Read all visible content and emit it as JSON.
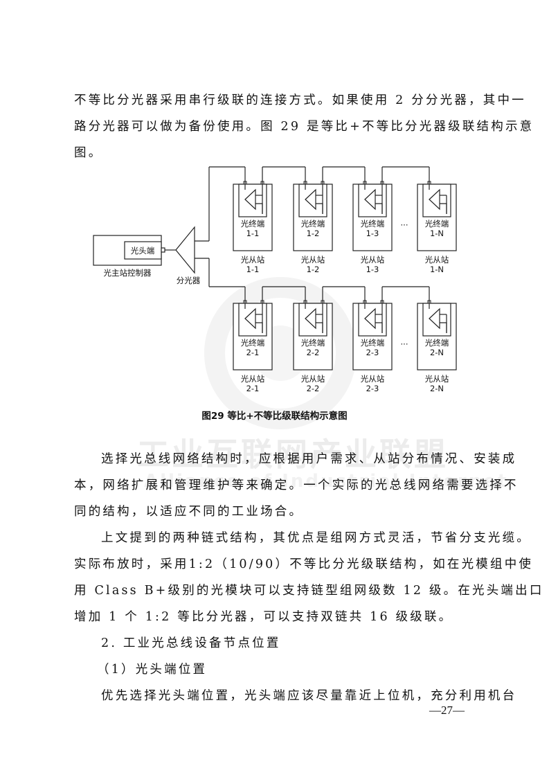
{
  "watermark": {
    "title": "工业互联网产业联盟",
    "subtitle": "Alliance of Industrial Internet"
  },
  "paragraphs_top": [
    "不等比分光器采用串行级联的连接方式。如果使用 2 分分光器，其中一",
    "路分光器可以做为备份使用。图 29 是等比+不等比分光器级联结构示意",
    "图。"
  ],
  "figure": {
    "controller_label": "光主站控制器",
    "head_end_label": "光头端",
    "splitter_label": "分光器",
    "terminal_label": "光终端",
    "station_label": "光从站",
    "ellipsis": "···",
    "rows": [
      {
        "ids": [
          "1-1",
          "1-2",
          "1-3",
          "1-N"
        ]
      },
      {
        "ids": [
          "2-1",
          "2-2",
          "2-3",
          "2-N"
        ]
      }
    ],
    "caption": "图29   等比+不等比级联结构示意图"
  },
  "paragraphs_mid": [
    "选择光总线网络结构时，应根据用户需求、从站分布情况、安装成",
    "本，网络扩展和管理维护等来确定。一个实际的光总线网络需要选择不",
    "同的结构，以适应不同的工业场合。",
    "上文提到的两种链式结构，其优点是组网方式灵活，节省分支光缆。",
    "实际布放时，采用1:2（10/90）不等比分光级联结构，如在光模组中使",
    "用 Class  B+级别的光模块可以支持链型组网级数 12 级。在光头端出口",
    "增加 1 个 1:2 等比分光器，可以支持双链共 16 级级联。"
  ],
  "section": {
    "heading": "2. 工业光总线设备节点位置",
    "subheading": "（1）光头端位置",
    "text": "优先选择光头端位置，光头端应该尽量靠近上位机，充分利用机台"
  },
  "page_number": "—27—"
}
